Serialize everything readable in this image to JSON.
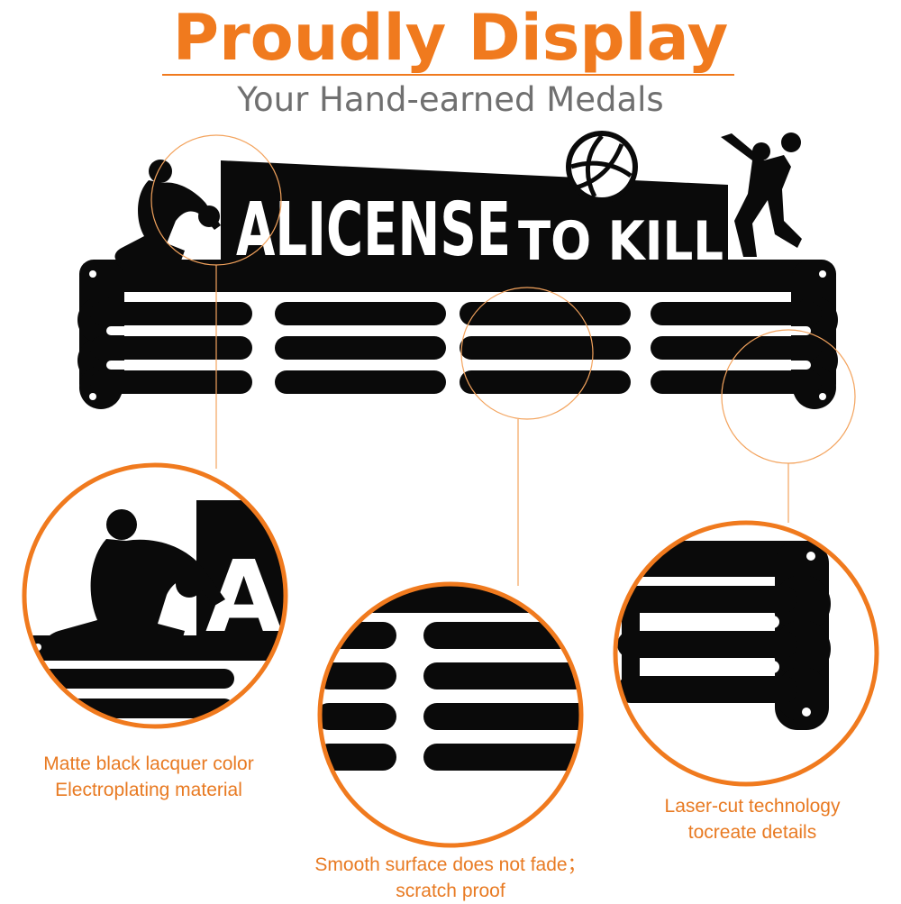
{
  "header": {
    "title": "Proudly Display",
    "subtitle": "Your Hand-earned Medals"
  },
  "product": {
    "sign_text": "A LICENSE TO KILL",
    "sign_text_main": "ALICENSE",
    "sign_text_tail": "TO KILL"
  },
  "features": [
    {
      "line1": "Matte black lacquer color",
      "line2": "Electroplating material"
    },
    {
      "line1": "Smooth surface does not fade；",
      "line2": "scratch proof"
    },
    {
      "line1": "Laser-cut technology",
      "line2": "tocreate details"
    }
  ],
  "colors": {
    "accent": "#f07a1e",
    "subtitle": "#707070",
    "metal": "#0a0a0a"
  }
}
